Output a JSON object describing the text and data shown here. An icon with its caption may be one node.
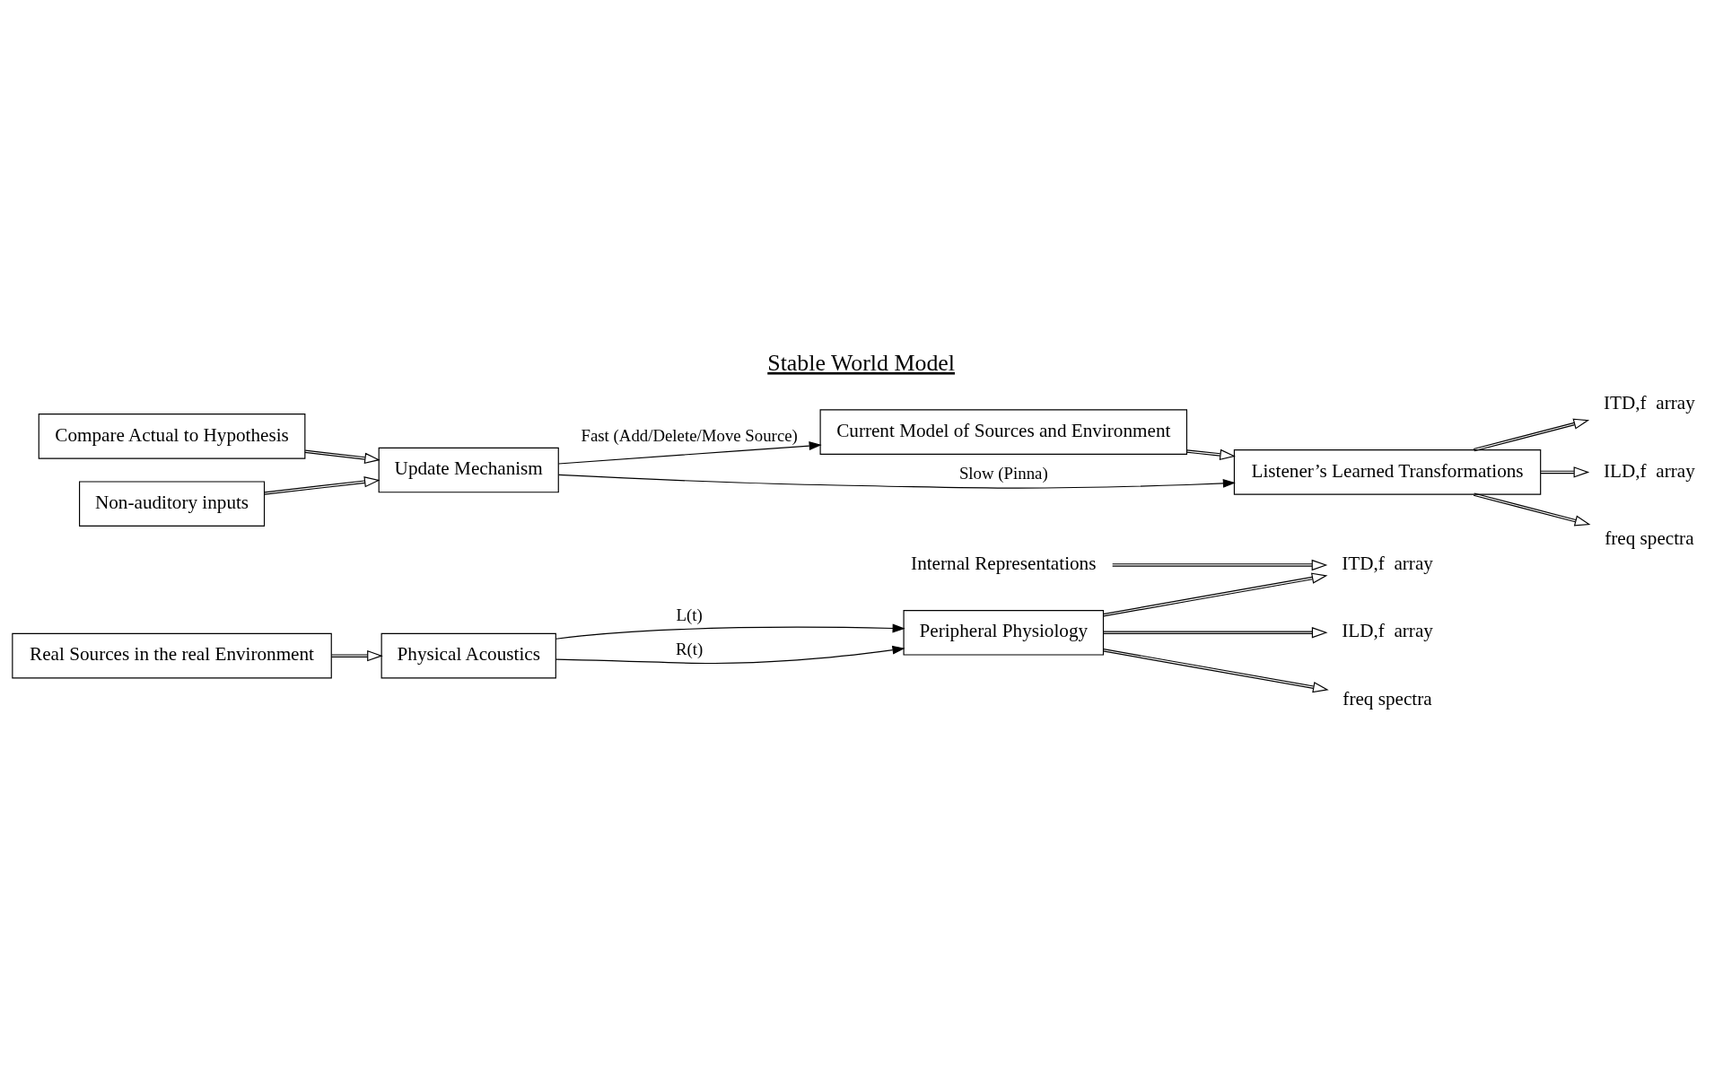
{
  "diagram": {
    "title": "Stable World Model",
    "nodes": [
      {
        "text": [
          "Real Sources in the real Environment"
        ]
      },
      {
        "text": [
          "Physical Acoustics"
        ]
      },
      {
        "text": [
          "Peripheral Physiology"
        ]
      },
      {
        "text": [
          "ITD,f  array"
        ]
      },
      {
        "text": [
          "ILD,f  array"
        ]
      },
      {
        "text": [
          "freq spectra"
        ]
      },
      {
        "text": [
          "Internal Representations"
        ]
      },
      {
        "text": [
          "Compare Actual to Hypothesis"
        ]
      },
      {
        "text": [
          "Non-auditory inputs"
        ]
      },
      {
        "text": [
          "Current Model of Sources and Environment"
        ]
      },
      {
        "text": [
          "Listener’s Learned Transformations"
        ]
      },
      {
        "text": [
          "ITD,f  array"
        ]
      },
      {
        "text": [
          "ILD,f  array"
        ]
      },
      {
        "text": [
          "freq spectra"
        ]
      },
      {
        "text": [
          "Update Mechanism"
        ]
      }
    ],
    "edges": [
      {
        "from": 0,
        "to": 1,
        "arrow": "to"
      },
      {
        "from": 1,
        "to": 2,
        "arrow": "to",
        "label": "L(t)"
      },
      {
        "from": 1,
        "to": 2,
        "arrow": "to",
        "label": "R(t)"
      },
      {
        "from": 2,
        "to": 3,
        "arrow": "to"
      },
      {
        "from": 2,
        "to": 4,
        "arrow": "to"
      },
      {
        "from": 2,
        "to": 5,
        "arrow": "to"
      },
      {
        "from": 6,
        "to": 3,
        "arrow": "to"
      },
      {
        "from": 9,
        "to": 10,
        "arrow": "to"
      },
      {
        "from": 10,
        "to": 11,
        "arrow": "to"
      },
      {
        "from": 10,
        "to": 12,
        "arrow": "to"
      },
      {
        "from": 10,
        "to": 13,
        "arrow": "to"
      },
      {
        "from": 7,
        "to": 14,
        "arrow": "to"
      },
      {
        "from": 8,
        "to": 14,
        "arrow": "to"
      },
      {
        "from": 14,
        "to": 10,
        "arrow": "to",
        "label": "Slow (Pinna)"
      },
      {
        "from": 14,
        "to": 9,
        "arrow": "to",
        "label": "Fast (Add/Delete/Move Source)"
      }
    ]
  }
}
